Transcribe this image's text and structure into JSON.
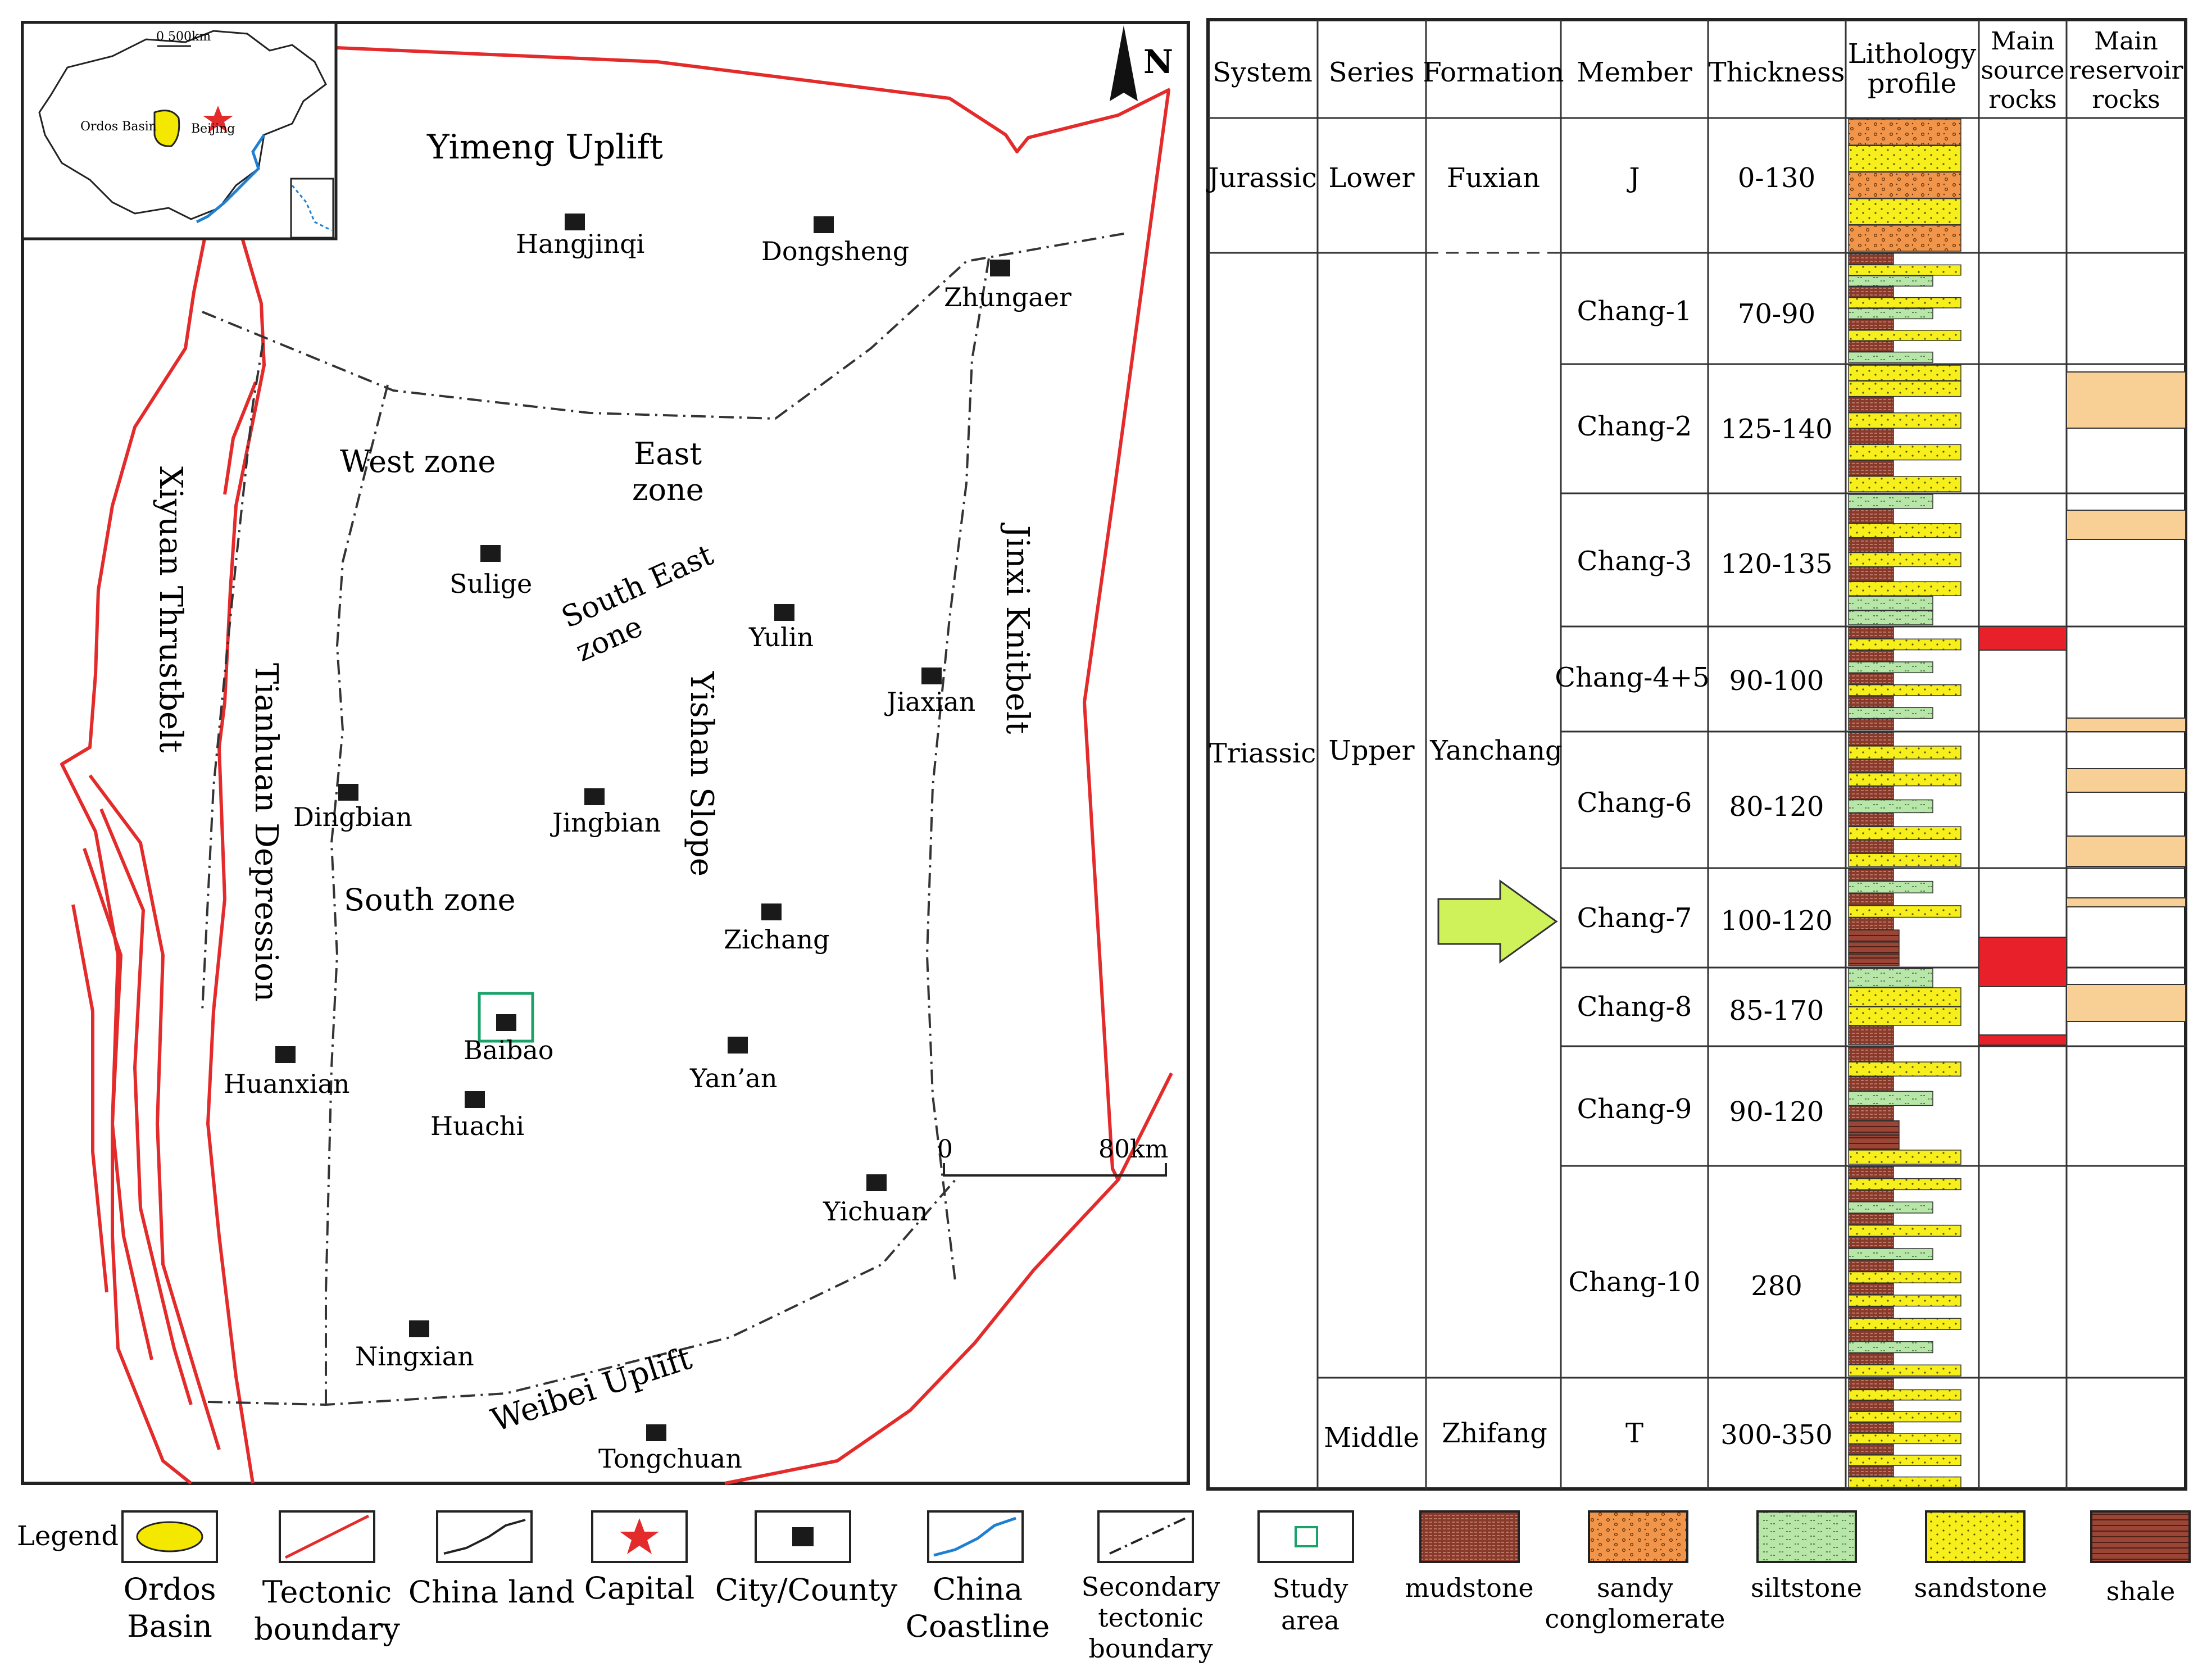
{
  "map": {
    "inset": {
      "scale_label": "0  500km",
      "basin_label": "Ordos Basin",
      "capital_label": "Beijing"
    },
    "north_label": "N",
    "scale_bar": {
      "start": "0",
      "end": "80km"
    },
    "regions": {
      "yimeng": "Yimeng Uplift",
      "west_zone": "West zone",
      "east_zone_1": "East",
      "east_zone_2": "zone",
      "south_east_zone_1": "South East",
      "south_east_zone_2": "zone",
      "south_zone": "South zone",
      "yishan": "Yishan Slope",
      "xiyuan": "Xiyuan Thrustbelt",
      "tianhuan": "Tianhuan Depression",
      "jinxi": "Jinxi Knitbelt",
      "weibei": "Weibei Uplift"
    },
    "cities": {
      "hangjinqi": "Hangjinqi",
      "dongsheng": "Dongsheng",
      "zhungaer": "Zhungaer",
      "sulige": "Sulige",
      "yulin": "Yulin",
      "jiaxian": "Jiaxian",
      "dingbian": "Dingbian",
      "jingbian": "Jingbian",
      "zichang": "Zichang",
      "baibao": "Baibao",
      "huanxian": "Huanxian",
      "huachi": "Huachi",
      "yanan": "Yan’an",
      "yichuan": "Yichuan",
      "ningxian": "Ningxian",
      "tongchuan": "Tongchuan"
    }
  },
  "strat": {
    "headers": {
      "system": "System",
      "series": "Series",
      "formation": "Formation",
      "member": "Member",
      "thickness": "Thickness",
      "litho_1": "Lithology",
      "litho_2": "profile",
      "src_1": "Main",
      "src_2": "source",
      "src_3": "rocks",
      "res_1": "Main",
      "res_2": "reservoir",
      "res_3": "rocks"
    },
    "systems": {
      "jurassic": "Jurassic",
      "triassic": "Triassic"
    },
    "series": {
      "lower": "Lower",
      "upper": "Upper",
      "middle": "Middle"
    },
    "formations": {
      "fuxian": "Fuxian",
      "yanchang": "Yanchang",
      "zhifang": "Zhifang"
    },
    "members": [
      {
        "name": "J",
        "thickness": "0-130"
      },
      {
        "name": "Chang-1",
        "thickness": "70-90"
      },
      {
        "name": "Chang-2",
        "thickness": "125-140"
      },
      {
        "name": "Chang-3",
        "thickness": "120-135"
      },
      {
        "name": "Chang-4+5",
        "thickness": "90-100"
      },
      {
        "name": "Chang-6",
        "thickness": "80-120"
      },
      {
        "name": "Chang-7",
        "thickness": "100-120"
      },
      {
        "name": "Chang-8",
        "thickness": "85-170"
      },
      {
        "name": "Chang-9",
        "thickness": "90-120"
      },
      {
        "name": "Chang-10",
        "thickness": "280"
      },
      {
        "name": "T",
        "thickness": "300-350"
      }
    ]
  },
  "legend": {
    "title": "Legend",
    "items": [
      {
        "l1": "Ordos",
        "l2": "Basin",
        "l3": ""
      },
      {
        "l1": "Tectonic",
        "l2": "boundary",
        "l3": ""
      },
      {
        "l1": "China land",
        "l2": "",
        "l3": ""
      },
      {
        "l1": "Capital",
        "l2": "",
        "l3": ""
      },
      {
        "l1": "City/County",
        "l2": "",
        "l3": ""
      },
      {
        "l1": "China",
        "l2": "Coastline",
        "l3": ""
      },
      {
        "l1": "Secondary",
        "l2": "tectonic",
        "l3": "boundary"
      },
      {
        "l1": "Study",
        "l2": "area",
        "l3": ""
      },
      {
        "l1": "mudstone",
        "l2": "",
        "l3": ""
      },
      {
        "l1": "sandy",
        "l2": "conglomerate",
        "l3": ""
      },
      {
        "l1": "siltstone",
        "l2": "",
        "l3": ""
      },
      {
        "l1": "sandstone",
        "l2": "",
        "l3": ""
      },
      {
        "l1": "shale",
        "l2": "",
        "l3": ""
      }
    ]
  },
  "colors": {
    "tectonic": "#e32b2b",
    "coast": "#1f7fd0",
    "basin": "#f5e800",
    "sandstone": "#f7ef1c",
    "siltstone": "#b8e6a8",
    "mudstone": "#8a3a2a",
    "conglomerate": "#f0954a",
    "shale": "#9a4536",
    "source": "#e8202a",
    "reservoir": "#f8cf94",
    "study_area": "#1aa26a",
    "arrow": "#cff25a"
  }
}
